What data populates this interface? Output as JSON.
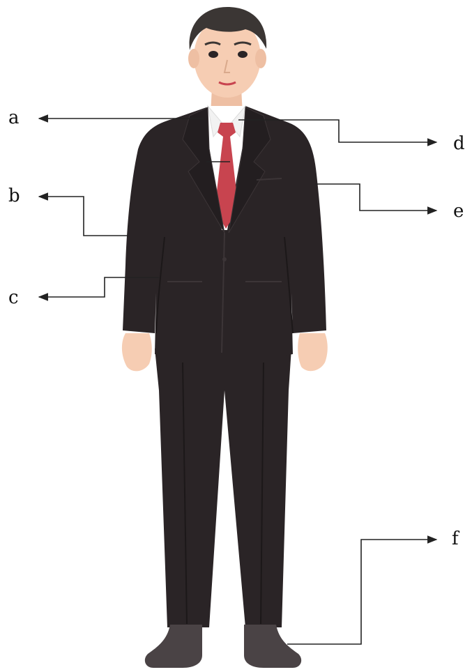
{
  "labels": {
    "a": "a",
    "b": "b",
    "c": "c",
    "d": "d",
    "e": "e",
    "f": "f"
  },
  "colors": {
    "suit": "#2a2426",
    "suit_shadow": "#1c1819",
    "shirt": "#ffffff",
    "tie": "#c8444f",
    "skin": "#f6cdb3",
    "hair": "#3b3634",
    "shoes": "#4a4345",
    "callout_lines": "#222222"
  },
  "icons": {
    "figure": "man-in-suit-illustration",
    "arrowhead": "arrowhead"
  }
}
